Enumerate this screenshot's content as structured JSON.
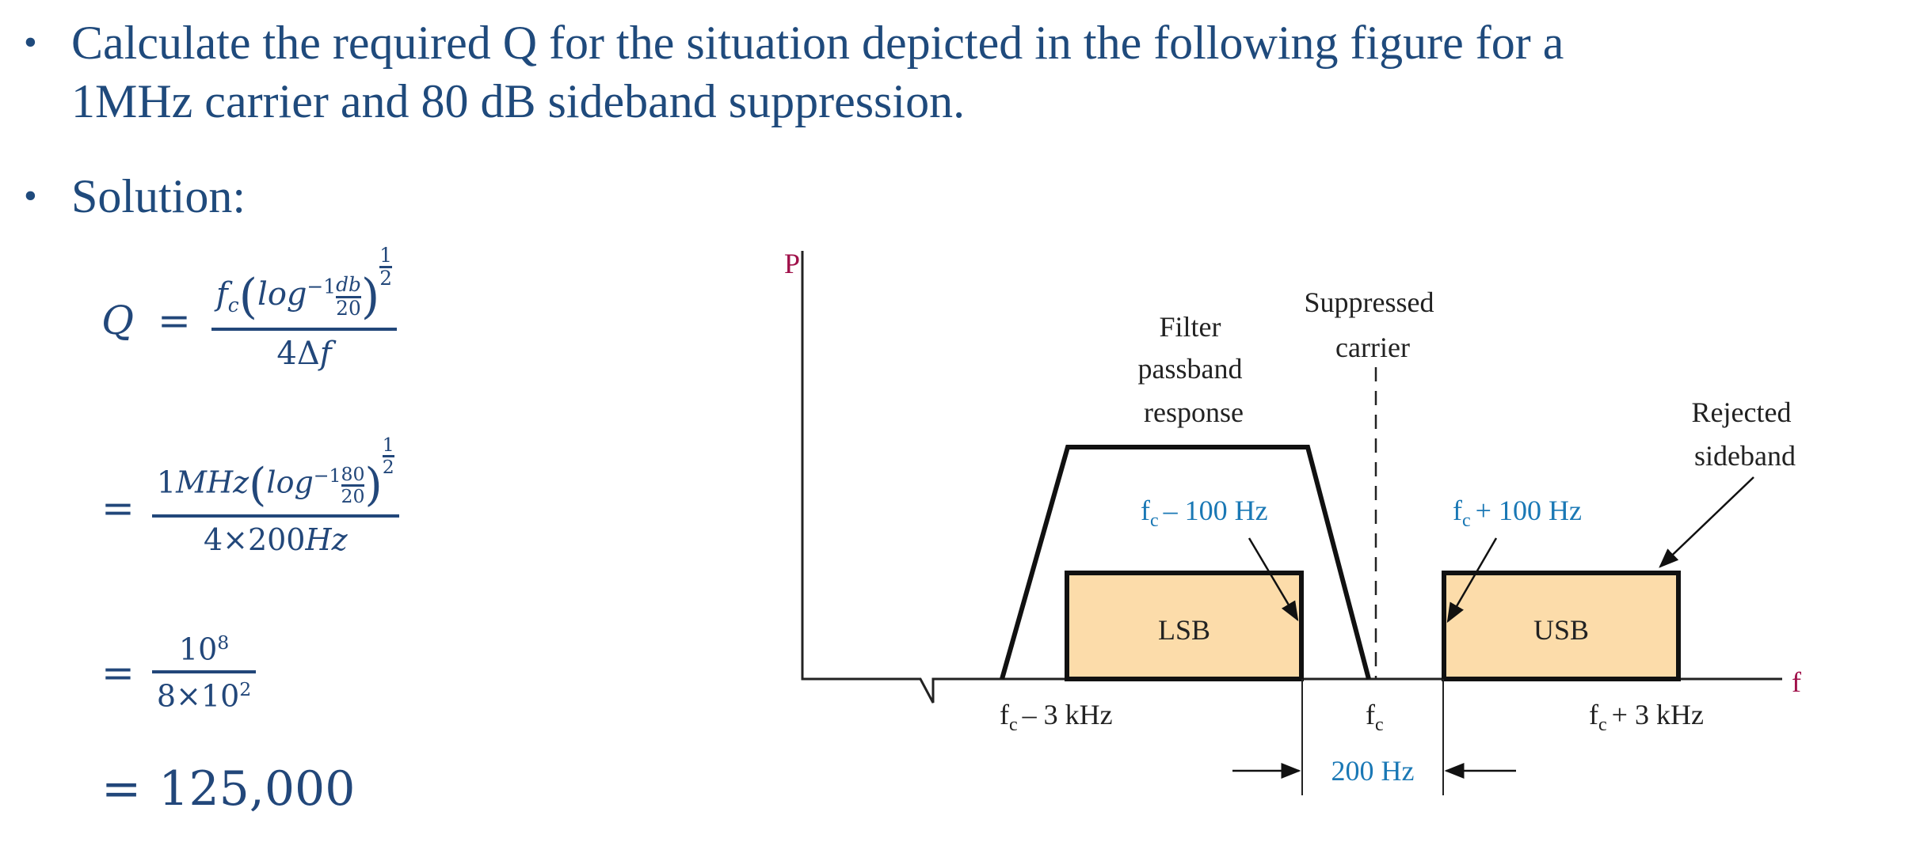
{
  "bullets": [
    {
      "line1": "Calculate the required Q for the situation depicted in the following figure for  a",
      "line2": "1MHz carrier and 80 dB sideband suppression."
    },
    {
      "line1": "Solution:"
    }
  ],
  "bullet_char": "•",
  "math": {
    "eq1": {
      "lhs": "Q",
      "eq": "=",
      "fc": "f",
      "fc_sub": "c",
      "log": "log",
      "log_sup": "−1",
      "inner_num": "db",
      "inner_den": "20",
      "exp_num": "1",
      "exp_den": "2",
      "den": "4Δ",
      "den_f": "f"
    },
    "eq2": {
      "eq": "=",
      "pre": "1",
      "pre_it": "MHz",
      "log": "log",
      "log_sup": "−1",
      "inner_num": "80",
      "inner_den": "20",
      "exp_num": "1",
      "exp_den": "2",
      "den": "4×200",
      "den_it": "Hz"
    },
    "eq3": {
      "eq": "=",
      "num": "10",
      "num_sup": "8",
      "den": "8×10",
      "den_sup": "2"
    },
    "eq4": {
      "eq": "=",
      "value": "125,000"
    }
  },
  "diagram": {
    "y_axis": "P",
    "x_axis": "f",
    "filter_label": [
      "Filter",
      "passband",
      "response"
    ],
    "carrier_label": [
      "Suppressed",
      "carrier"
    ],
    "rejected_label": [
      "Rejected",
      "sideband"
    ],
    "lsb": "LSB",
    "usb": "USB",
    "fc_minus_100": "– 100 Hz",
    "fc_plus_100": "+ 100 Hz",
    "fc_minus_3k": "– 3 kHz",
    "fc_plus_3k": "+ 3 kHz",
    "fc": "f",
    "fc_sub": "c",
    "gap": "200 Hz",
    "colors": {
      "sideband_fill": "#fcdcaa",
      "blue_label": "#1a78b5",
      "axis_label": "#a0114a"
    }
  }
}
